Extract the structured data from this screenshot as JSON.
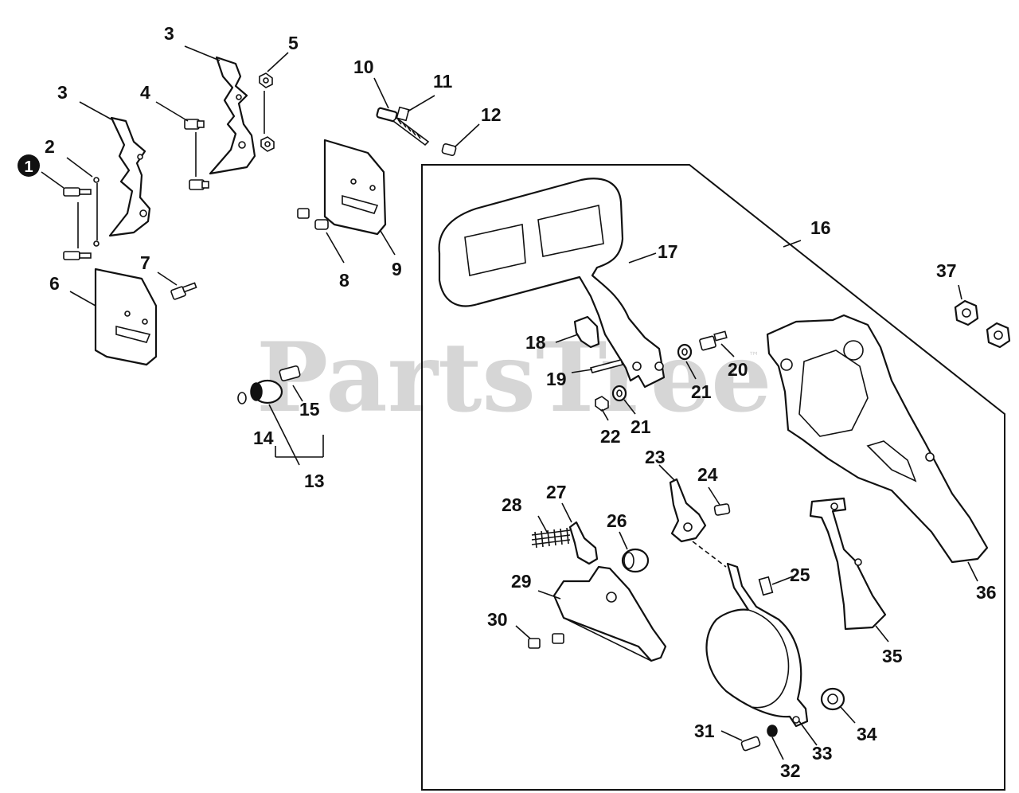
{
  "watermark": {
    "text": "PartsTree",
    "trademark": "™"
  },
  "callouts": {
    "c1": "1",
    "c2": "2",
    "c3a": "3",
    "c3b": "3",
    "c4": "4",
    "c5": "5",
    "c6": "6",
    "c7": "7",
    "c8": "8",
    "c9": "9",
    "c10": "10",
    "c11": "11",
    "c12": "12",
    "c13": "13",
    "c14": "14",
    "c15": "15",
    "c16": "16",
    "c17": "17",
    "c18": "18",
    "c19": "19",
    "c20": "20",
    "c21a": "21",
    "c21b": "21",
    "c22": "22",
    "c23": "23",
    "c24": "24",
    "c25": "25",
    "c26": "26",
    "c27": "27",
    "c28": "28",
    "c29": "29",
    "c30": "30",
    "c31": "31",
    "c32": "32",
    "c33": "33",
    "c34": "34",
    "c35": "35",
    "c36": "36",
    "c37": "37"
  },
  "colors": {
    "line": "#111111",
    "watermark": "#d6d6d6",
    "background": "#ffffff"
  }
}
